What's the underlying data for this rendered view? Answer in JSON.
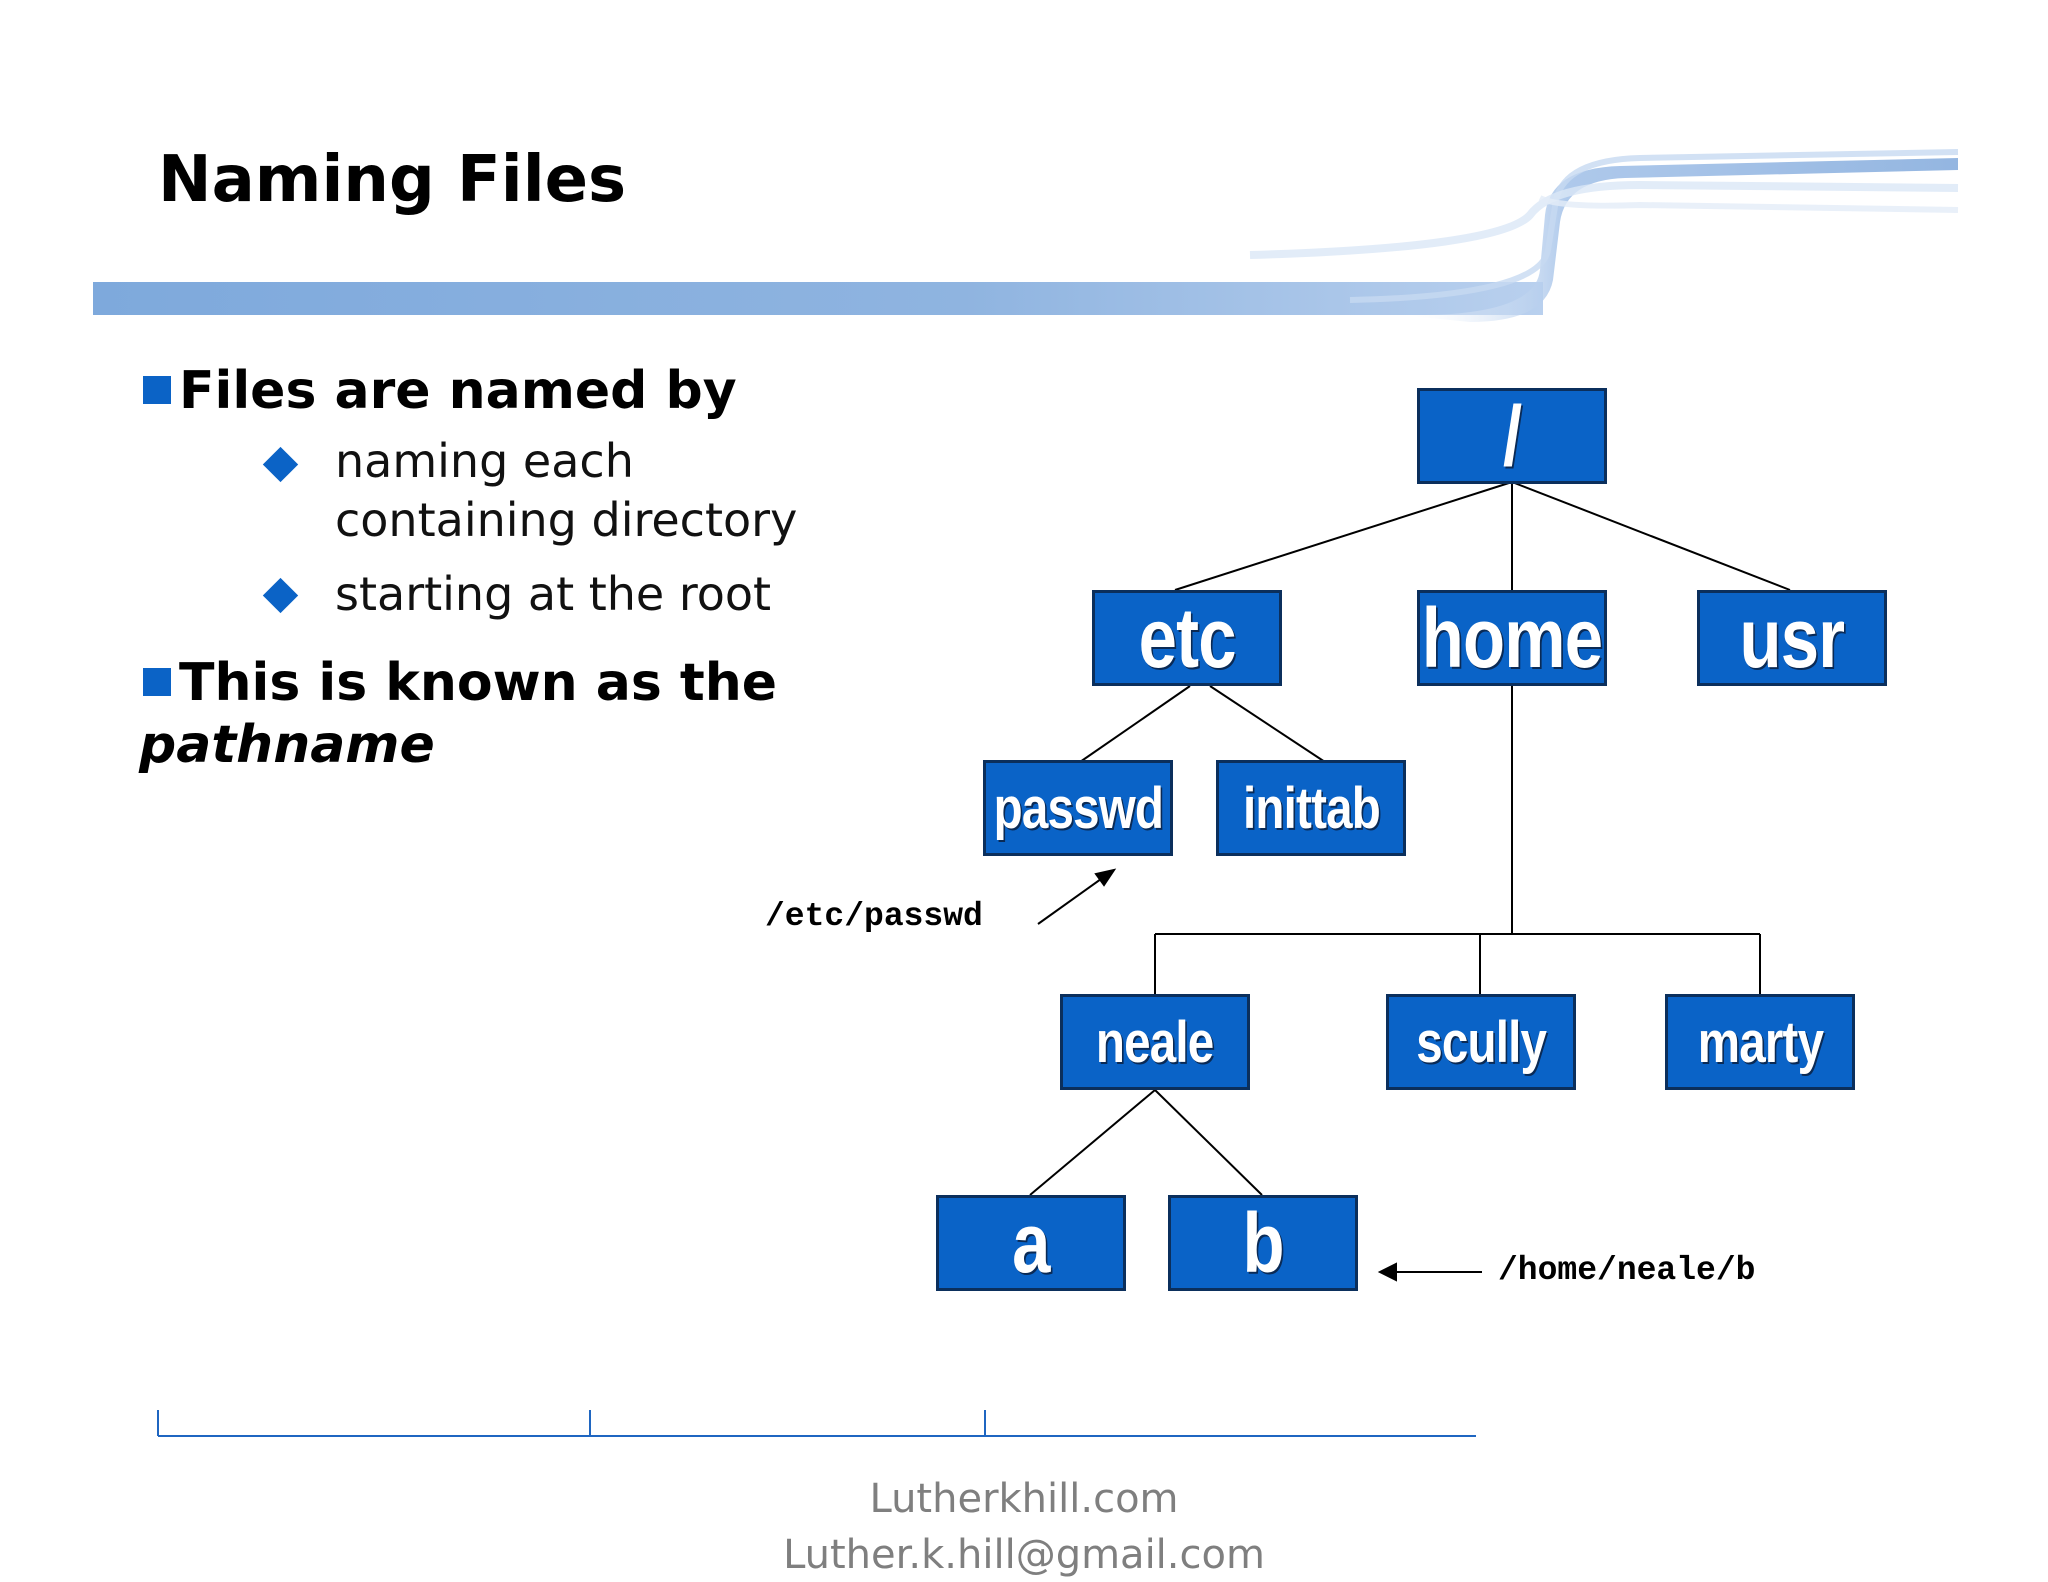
{
  "title": "Naming Files",
  "bullets": [
    {
      "text": "Files are named by",
      "subs": [
        "naming each",
        "containing directory",
        "starting at the root"
      ]
    },
    {
      "text_line1": "This is known as the",
      "text_line2": "pathname"
    }
  ],
  "tree": {
    "root": "/",
    "level1": [
      "etc",
      "home",
      "usr"
    ],
    "etc_children": [
      "passwd",
      "inittab"
    ],
    "home_children": [
      "neale",
      "scully",
      "marty"
    ],
    "neale_children": [
      "a",
      "b"
    ]
  },
  "annotations": {
    "etc_passwd": "/etc/passwd",
    "home_neale_b": "/home/neale/b"
  },
  "footer": {
    "line1": "Lutherkhill.com",
    "line2": "Luther.k.hill@gmail.com"
  },
  "colors": {
    "accent": "#0b63c6",
    "node_fill": "#0a63c7",
    "node_border": "#0b2f5c"
  }
}
